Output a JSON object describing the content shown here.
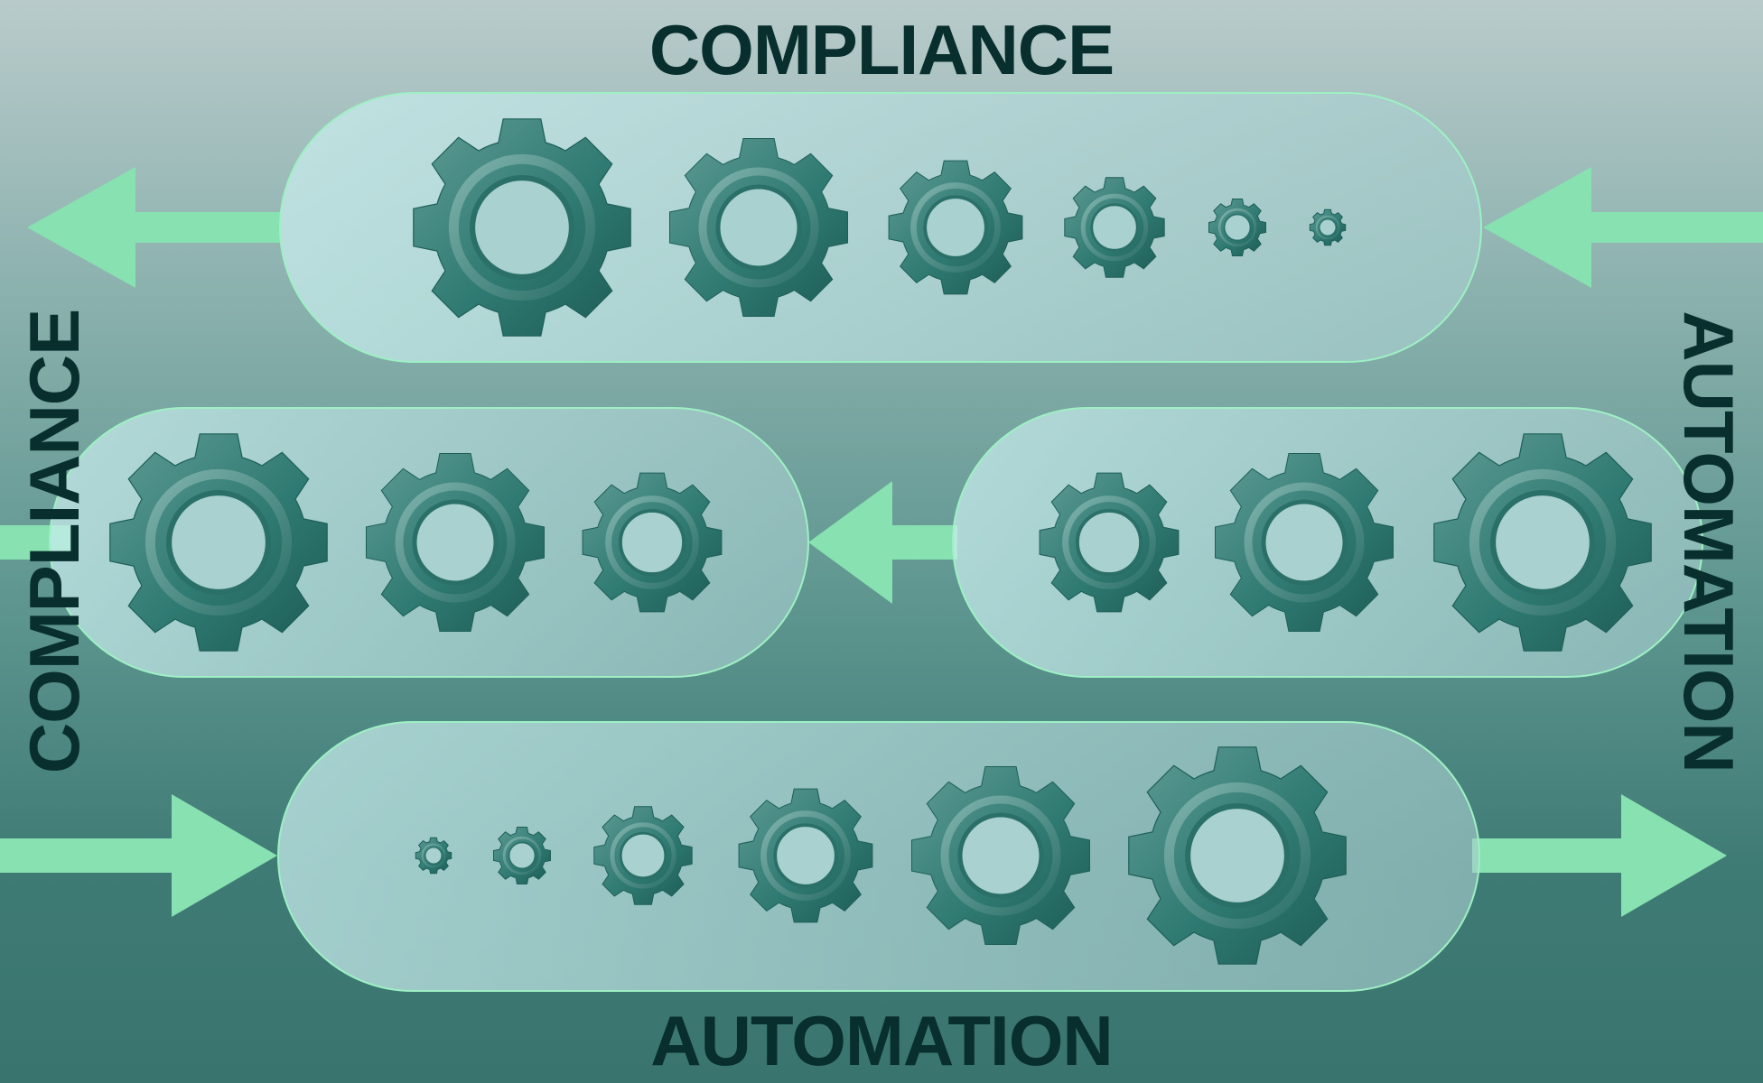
{
  "labels": {
    "top": "COMPLIANCE",
    "bottom": "AUTOMATION",
    "left": "COMPLIANCE",
    "right": "AUTOMATION"
  },
  "colors": {
    "arrow": "#87e1b0",
    "gear": "#2f7a72",
    "gear_dark": "#1e5f58",
    "label": "#082f2d",
    "pill_border": "#9ef0c4"
  },
  "icons": [
    "gear-icon",
    "arrow-left-icon",
    "arrow-right-icon"
  ]
}
